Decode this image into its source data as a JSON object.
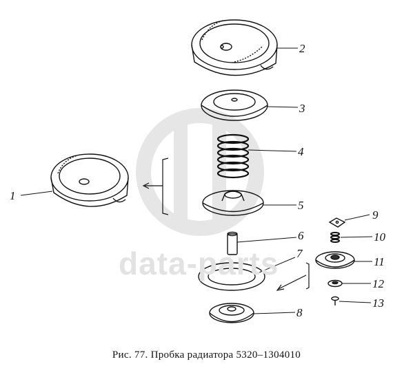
{
  "watermark": "data-parts",
  "caption": "Рис. 77. Пробка радиатора 5320–1304010",
  "callouts": [
    "1",
    "2",
    "3",
    "4",
    "5",
    "6",
    "7",
    "8",
    "9",
    "10",
    "11",
    "12",
    "13"
  ]
}
